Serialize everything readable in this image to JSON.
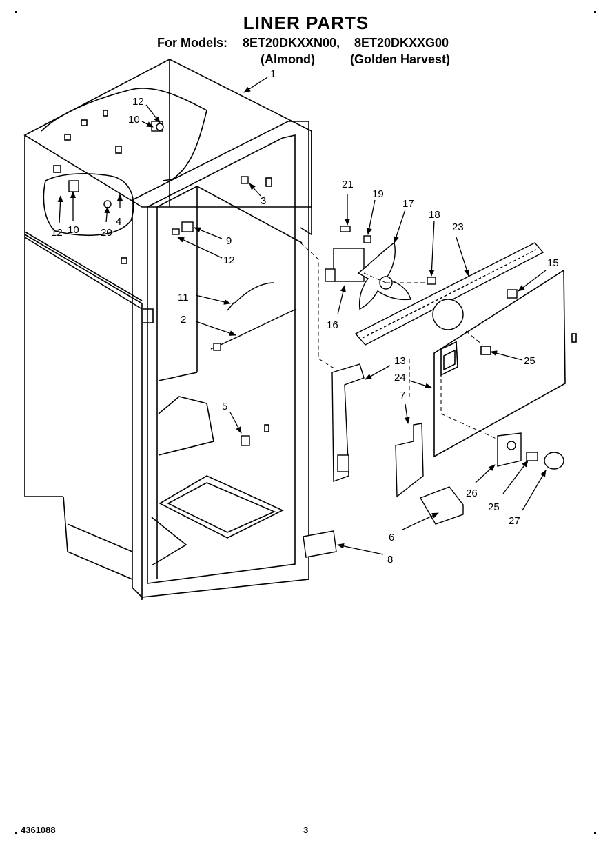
{
  "header": {
    "title": "LINER PARTS",
    "models_label": "For Models:",
    "model_1": "8ET20DKXXN00,",
    "model_2": "8ET20DKXXG00",
    "variant_1": "(Almond)",
    "variant_2": "(Golden Harvest)"
  },
  "callouts": [
    "1",
    "12",
    "10",
    "3",
    "12",
    "10",
    "4",
    "20",
    "9",
    "12",
    "11",
    "2",
    "5",
    "21",
    "19",
    "17",
    "18",
    "23",
    "15",
    "16",
    "13",
    "24",
    "7",
    "25",
    "26",
    "25",
    "27",
    "6",
    "8"
  ],
  "footer": {
    "doc_number": "4361088",
    "page_number": "3"
  }
}
